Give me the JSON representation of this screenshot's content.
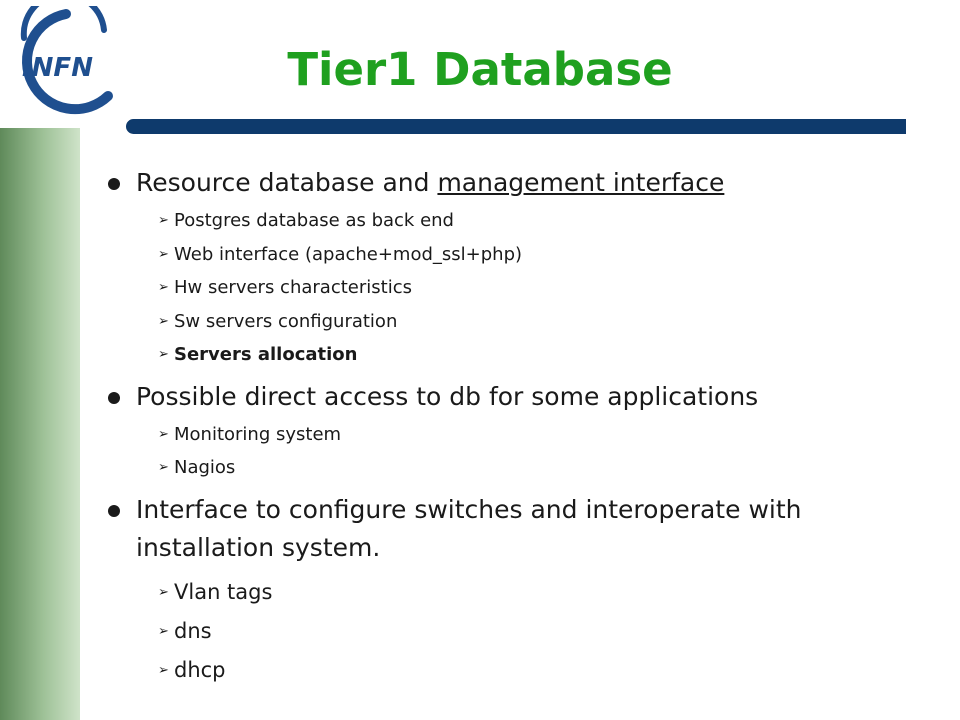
{
  "logo": {
    "text": "INFN"
  },
  "slide": {
    "title": "Tier1 Database"
  },
  "bullets": [
    {
      "prefix": "Resource database and ",
      "underlined": "management interface",
      "subs": [
        "Postgres database as back end",
        "Web interface (apache+mod_ssl+php)",
        "Hw servers characteristics",
        "Sw servers configuration",
        "Servers allocation"
      ]
    },
    {
      "text": "Possible direct access to db for some applications",
      "subs": [
        "Monitoring system",
        "Nagios"
      ]
    },
    {
      "text": "Interface to configure switches and interoperate with installation system.",
      "subs": [
        "Vlan tags",
        "dns",
        "dhcp"
      ]
    }
  ],
  "colors": {
    "title": "#1fa01f",
    "rule": "#0e3a6c",
    "logo": "#1f4f8f",
    "sidebar": "#7fa87a"
  }
}
